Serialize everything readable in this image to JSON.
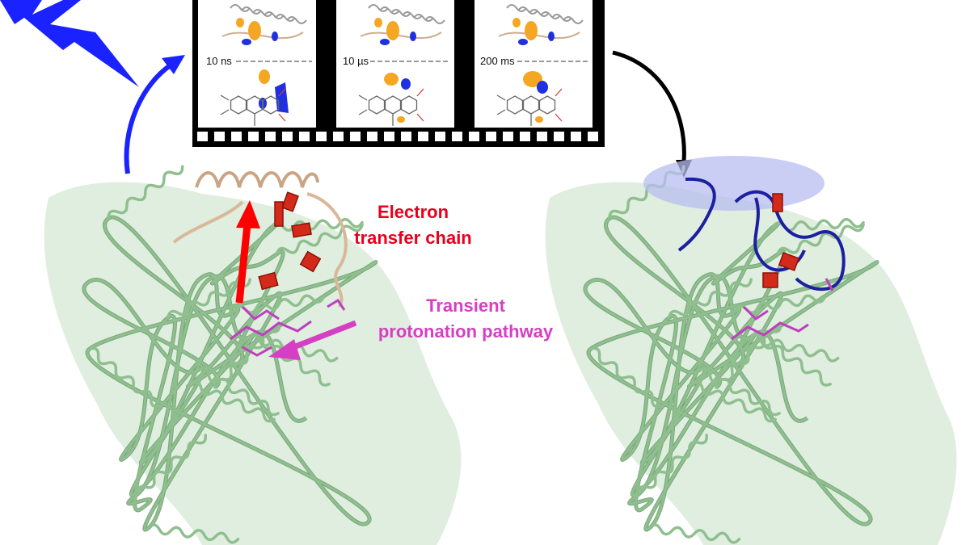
{
  "film_strip": {
    "frames": [
      {
        "time_label": "10 ns"
      },
      {
        "time_label": "10 µs"
      },
      {
        "time_label": "200 ms"
      }
    ]
  },
  "annotations": {
    "electron_transfer": {
      "line1": "Electron",
      "line2": "transfer chain",
      "color": "#e8001c"
    },
    "protonation": {
      "line1": "Transient",
      "line2": "protonation pathway",
      "color": "#d63fc4"
    }
  },
  "colors": {
    "protein": "#8fbf8f",
    "surface": "#dcecdc",
    "helix_lid": "#d9b89a",
    "closed_loop": "#1b1fa0",
    "lightning": "#1a22ff",
    "left_arrow": "#1a22ff",
    "right_arrow": "#000000",
    "ellipse": "#b8bdf0",
    "density_pos": "#f5a623",
    "density_neg": "#2030e0"
  },
  "icons": [
    "lightning-bolt-icon",
    "curved-arrow-icon"
  ]
}
